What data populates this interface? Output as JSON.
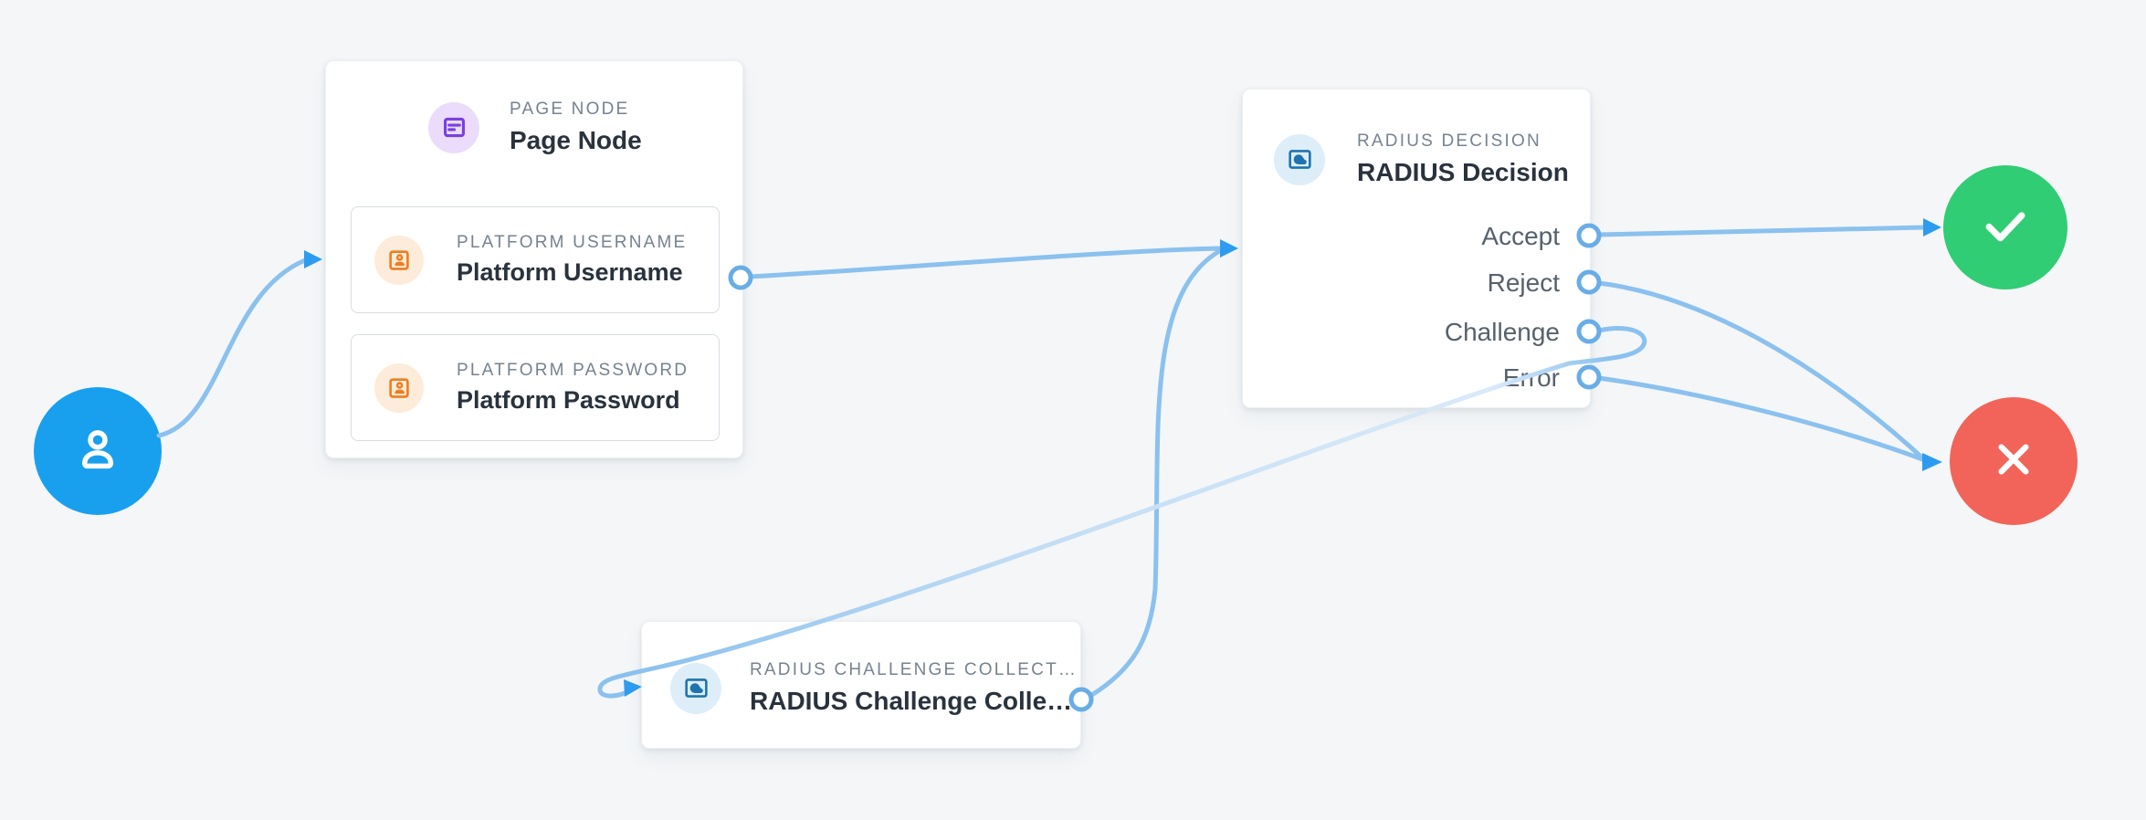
{
  "colors": {
    "canvas-bg": "#f4f6f8",
    "card-bg": "#ffffff",
    "subcard-border": "#d7dde4",
    "label-gray": "#76828f",
    "title-dark": "#29323d",
    "outcome-gray": "#57616c",
    "edge-blue": "#8bc1ee",
    "edge-faint": "#d9eaf9",
    "arrow-blue": "#2d9cf0",
    "port-stroke": "#69ade6",
    "start-blue": "#18a0ef",
    "success-green": "#30cd74",
    "failure-red": "#f26459",
    "purple-icon": "#7b3fe0",
    "purple-icon-bg": "#eadcfa",
    "orange-icon": "#ef7d1f",
    "orange-icon-bg": "#fdecd9",
    "blue-icon": "#1f74ae",
    "blue-icon-bg": "#ddeef9"
  },
  "nodes": {
    "start": {
      "icon": "user-icon"
    },
    "page_node": {
      "category": "PAGE NODE",
      "title": "Page Node",
      "icon": "page-icon",
      "children": [
        {
          "category": "PLATFORM USERNAME",
          "title": "Platform Username",
          "icon": "id-badge-icon"
        },
        {
          "category": "PLATFORM PASSWORD",
          "title": "Platform Password",
          "icon": "id-badge-icon"
        }
      ]
    },
    "radius_decision": {
      "category": "RADIUS DECISION",
      "title": "RADIUS Decision",
      "icon": "cloud-node-icon",
      "outcomes": [
        "Accept",
        "Reject",
        "Challenge",
        "Error"
      ]
    },
    "challenge_collector": {
      "category": "RADIUS CHALLENGE COLLECT…",
      "title": "RADIUS Challenge Colle…",
      "icon": "cloud-node-icon"
    },
    "success": {
      "icon": "check-icon"
    },
    "failure": {
      "icon": "x-icon"
    }
  },
  "edges": [
    {
      "from": "start",
      "to": "page_node"
    },
    {
      "from": "page_node.platform_username",
      "to": "radius_decision"
    },
    {
      "from": "radius_decision.accept",
      "to": "success"
    },
    {
      "from": "radius_decision.reject",
      "to": "failure"
    },
    {
      "from": "radius_decision.challenge",
      "to": "challenge_collector"
    },
    {
      "from": "radius_decision.error",
      "to": "failure"
    },
    {
      "from": "challenge_collector",
      "to": "radius_decision"
    }
  ]
}
